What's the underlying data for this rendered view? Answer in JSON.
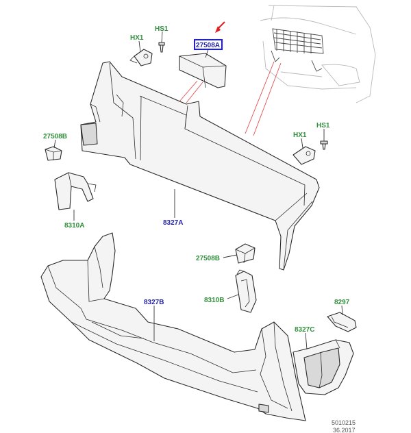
{
  "labels": {
    "hx1_top": "HX1",
    "hs1_top": "HS1",
    "part_27508a": "27508A",
    "hx1_right": "HX1",
    "hs1_right": "HS1",
    "part_27508b_left": "27508B",
    "part_8310a": "8310A",
    "part_8327a": "8327A",
    "part_27508b_center": "27508B",
    "part_8310b": "8310B",
    "part_8327b": "8327B",
    "part_8297": "8297",
    "part_8327c": "8327C",
    "diagram_number": "5010215",
    "diagram_date": "36.2017"
  },
  "colors": {
    "label_green": "#2f8f3a",
    "label_blue": "#2323a8",
    "highlight_box": "#1a1aff",
    "pointer_arrow": "#e02020",
    "reference_lines": "#e05050"
  },
  "highlighted_part": "27508A"
}
